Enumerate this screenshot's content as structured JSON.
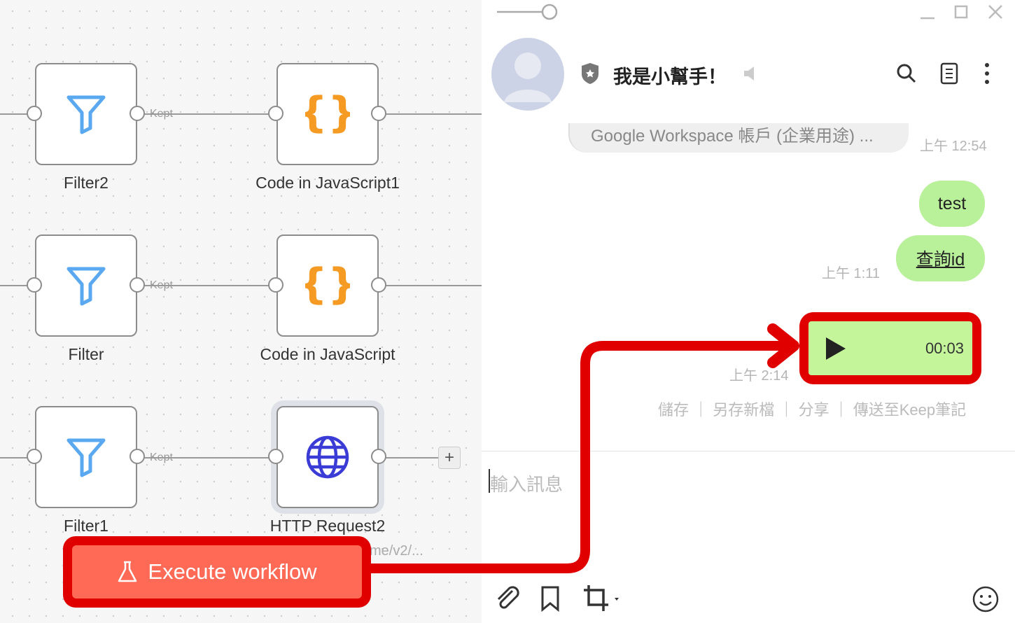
{
  "workflow": {
    "nodes": [
      {
        "label": "Filter2",
        "type": "filter"
      },
      {
        "label": "Code in JavaScript1",
        "type": "code"
      },
      {
        "label": "Filter",
        "type": "filter"
      },
      {
        "label": "Code in JavaScript",
        "type": "code"
      },
      {
        "label": "Filter1",
        "type": "filter"
      },
      {
        "label": "HTTP Request2",
        "type": "http",
        "subtitle": "me/v2/..."
      }
    ],
    "edge_label": "Kept",
    "add_button": "+",
    "execute_button": "Execute workflow"
  },
  "chat": {
    "title": "我是小幫手！",
    "messages": [
      {
        "text": "Google Workspace 帳戶 (企業用途) ...",
        "time": "上午 12:54",
        "side": "left"
      },
      {
        "text": "test",
        "side": "right"
      },
      {
        "text": "查詢id",
        "time": "上午 1:11",
        "side": "right"
      },
      {
        "type": "audio",
        "duration": "00:03",
        "time": "上午 2:14",
        "side": "right"
      }
    ],
    "audio_actions": [
      "儲存",
      "另存新檔",
      "分享",
      "傳送至Keep筆記"
    ],
    "input_placeholder": "輸入訊息",
    "colors": {
      "bubble": "#b9f09a",
      "highlight": "#e00000",
      "execute": "#ff6a57"
    }
  }
}
